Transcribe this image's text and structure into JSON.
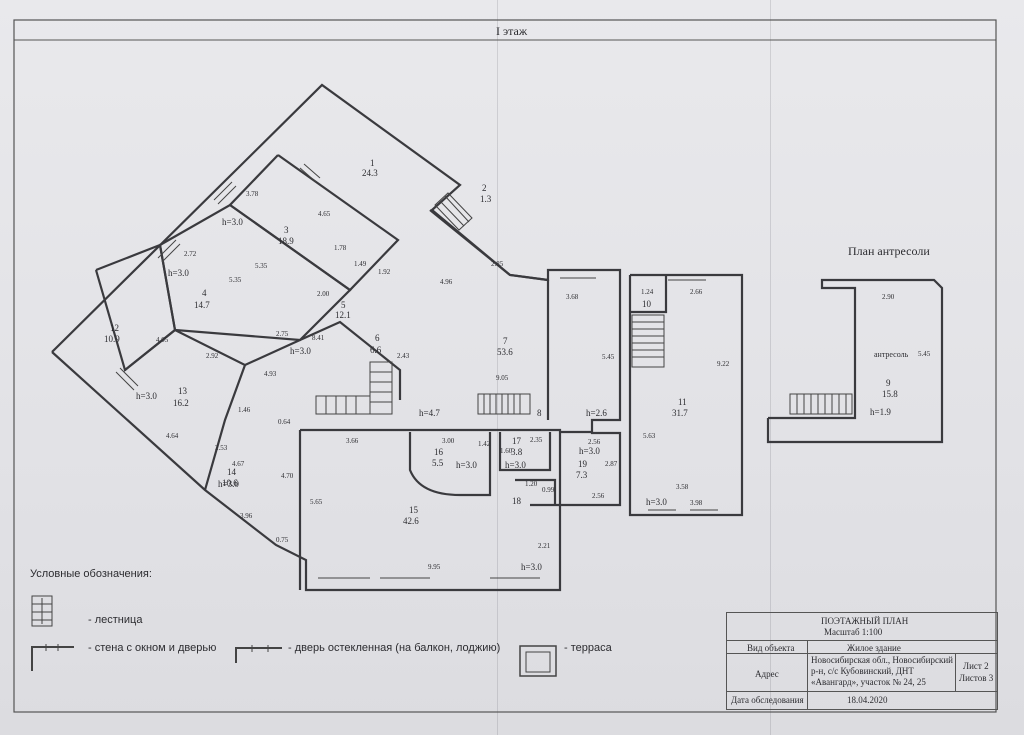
{
  "floor_title": "I этаж",
  "mezzanine": {
    "title": "План антресоли",
    "room_label": "антресоль",
    "room_number": "9",
    "room_area": "15.8",
    "height": "h=1.9",
    "dims": [
      "2.90",
      "5.45"
    ]
  },
  "rooms": [
    {
      "num": "1",
      "area": "24.3"
    },
    {
      "num": "2",
      "area": "1.3"
    },
    {
      "num": "3",
      "area": "18.9"
    },
    {
      "num": "4",
      "area": "14.7"
    },
    {
      "num": "5",
      "area": "12.1"
    },
    {
      "num": "6",
      "area": "6.6"
    },
    {
      "num": "7",
      "area": "53.6"
    },
    {
      "num": "10",
      "area": ""
    },
    {
      "num": "11",
      "area": "31.7"
    },
    {
      "num": "12",
      "area": "10.9"
    },
    {
      "num": "13",
      "area": "16.2"
    },
    {
      "num": "14",
      "area": "10.6"
    },
    {
      "num": "15",
      "area": "42.6"
    },
    {
      "num": "16",
      "area": "5.5"
    },
    {
      "num": "17",
      "area": "3.8"
    },
    {
      "num": "18",
      "area": ""
    },
    {
      "num": "19",
      "area": "7.3"
    }
  ],
  "heights": [
    "h=3.0",
    "h=3.0",
    "h=3.0",
    "h=3.0",
    "h=3.0",
    "h=4.7",
    "h=2.6",
    "h=3.0",
    "h=3.0",
    "h=3.0",
    "h=3.0",
    "h=3.0"
  ],
  "dimensions": [
    "3.78",
    "4.65",
    "1.78",
    "2.72",
    "5.35",
    "5.35",
    "1.49",
    "1.92",
    "2.00",
    "2.75",
    "8.41",
    "4.96",
    "2.85",
    "3.68",
    "5.45",
    "1.24",
    "2.66",
    "9.22",
    "2.43",
    "9.05",
    "4.05",
    "2.92",
    "4.93",
    "1.46",
    "0.64",
    "4.64",
    "2.53",
    "4.67",
    "4.70",
    "3.96",
    "0.75",
    "3.66",
    "3.00",
    "1.42",
    "1.60",
    "2.35",
    "2.56",
    "2.87",
    "1.20",
    "0.99",
    "2.56",
    "5.63",
    "3.58",
    "3.98",
    "5.65",
    "2.21",
    "9.95",
    "8"
  ],
  "legend": {
    "title": "Условные обозначения:",
    "items": [
      "- лестница",
      "- стена с окном и дверью",
      "- дверь остекленная (на балкон, лоджию)",
      "- терраса"
    ]
  },
  "stamp": {
    "title": "ПОЭТАЖНЫЙ ПЛАН",
    "scale": "Масштаб 1:100",
    "object_label": "Вид объекта",
    "object_value": "Жилое здание",
    "address_label": "Адрес",
    "address_lines": [
      "Новосибирская обл., Новосибирский",
      "р-н, с/с Кубовинский, ДНТ",
      "«Авангард», участок № 24, 25"
    ],
    "sheet": "Лист 2",
    "sheets": "Листов 3",
    "date_label": "Дата обследования",
    "date_value": "18.04.2020"
  }
}
